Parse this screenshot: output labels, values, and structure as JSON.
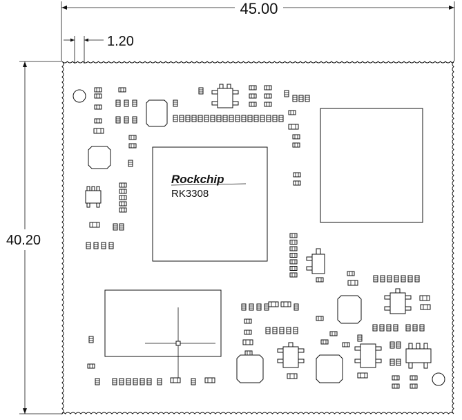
{
  "dimensions": {
    "width_label": "45.00",
    "pitch_label": "1.20",
    "height_label": "40.20"
  },
  "soc": {
    "brand": "Rockchip",
    "model": "RK3308"
  }
}
